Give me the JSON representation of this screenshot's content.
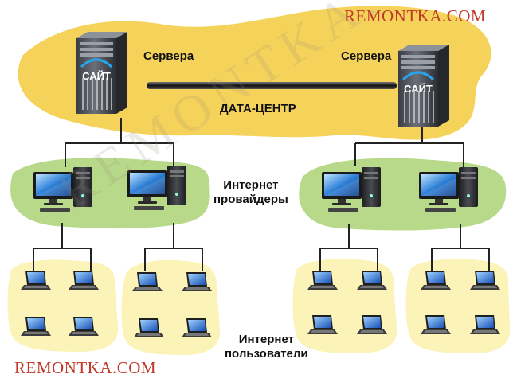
{
  "diagram": {
    "datacenter_label": "ДАТА-ЦЕНТР",
    "server_label_left": "Сервера",
    "server_label_right": "Сервера",
    "server_logo_text": "САЙТ",
    "providers_label": [
      "Интернет",
      "провайдеры"
    ],
    "users_label": [
      "Интернет",
      "пользователи"
    ]
  },
  "branding": {
    "top_right": "REMONTKA.COM",
    "bottom_left": "REMONTKA.COM",
    "watermark": "REMONTKA.COM"
  },
  "colors": {
    "datacenter_zone": "#f5d35a",
    "provider_zone": "#b8d98a",
    "user_zone": "#fcf3b8",
    "brand_red": "#c0392b",
    "link_line": "#222222"
  }
}
